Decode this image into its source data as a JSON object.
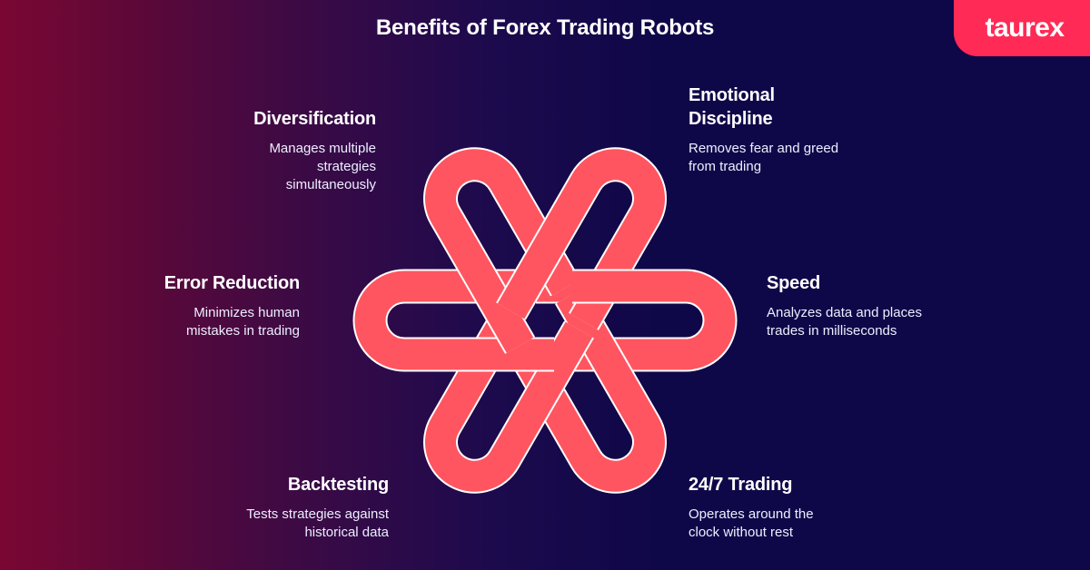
{
  "title": "Benefits of Forex Trading Robots",
  "brand": {
    "logo_text": "taurex",
    "color": "#ff2a55"
  },
  "colors": {
    "knot_fill": "#ff5560",
    "knot_outline": "#ffffff",
    "bg_left": "#7a0733",
    "bg_right": "#0e0848"
  },
  "benefits": [
    {
      "title": "Diversification",
      "description": "Manages multiple\nstrategies\nsimultaneously"
    },
    {
      "title": "Emotional\nDiscipline",
      "description": "Removes fear and greed\nfrom trading"
    },
    {
      "title": "Error Reduction",
      "description": "Minimizes human\nmistakes in trading"
    },
    {
      "title": "Speed",
      "description": "Analyzes data and places\ntrades in milliseconds"
    },
    {
      "title": "Backtesting",
      "description": "Tests strategies against\nhistorical data"
    },
    {
      "title": "24/7 Trading",
      "description": "Operates around the\nclock without rest"
    }
  ],
  "diagram": {
    "name": "six-loop-knot-icon",
    "loops": 6
  }
}
